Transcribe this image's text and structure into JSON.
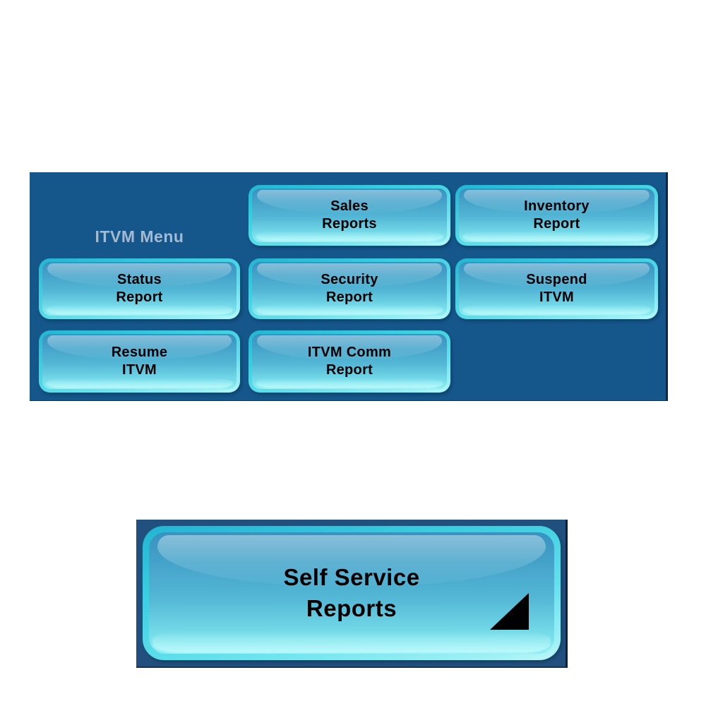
{
  "colors": {
    "page_bg": "#ffffff",
    "panel_bg": "#15568b",
    "footer_strip_bg": "#21507f",
    "button_ring_top": "#23b4d2",
    "button_ring_bottom": "#c2f7f9",
    "button_face_top": "#3792c0",
    "button_face_bottom": "#8beef2",
    "button_text": "#000000",
    "panel_title_text": "#a3bad1",
    "corner_triangle": "#000000"
  },
  "menu": {
    "title": "ITVM Menu",
    "buttons": [
      {
        "id": "sales-reports",
        "line1": "Sales",
        "line2": "Reports"
      },
      {
        "id": "inventory-report",
        "line1": "Inventory",
        "line2": "Report"
      },
      {
        "id": "status-report",
        "line1": "Status",
        "line2": "Report"
      },
      {
        "id": "security-report",
        "line1": "Security",
        "line2": "Report"
      },
      {
        "id": "suspend-itvm",
        "line1": "Suspend",
        "line2": "ITVM"
      },
      {
        "id": "resume-itvm",
        "line1": "Resume",
        "line2": "ITVM"
      },
      {
        "id": "itvm-comm-report",
        "line1": "ITVM Comm",
        "line2": "Report"
      }
    ]
  },
  "footer": {
    "button": {
      "line1": "Self Service",
      "line2": "Reports"
    },
    "corner_icon": "triangle-corner-icon"
  }
}
